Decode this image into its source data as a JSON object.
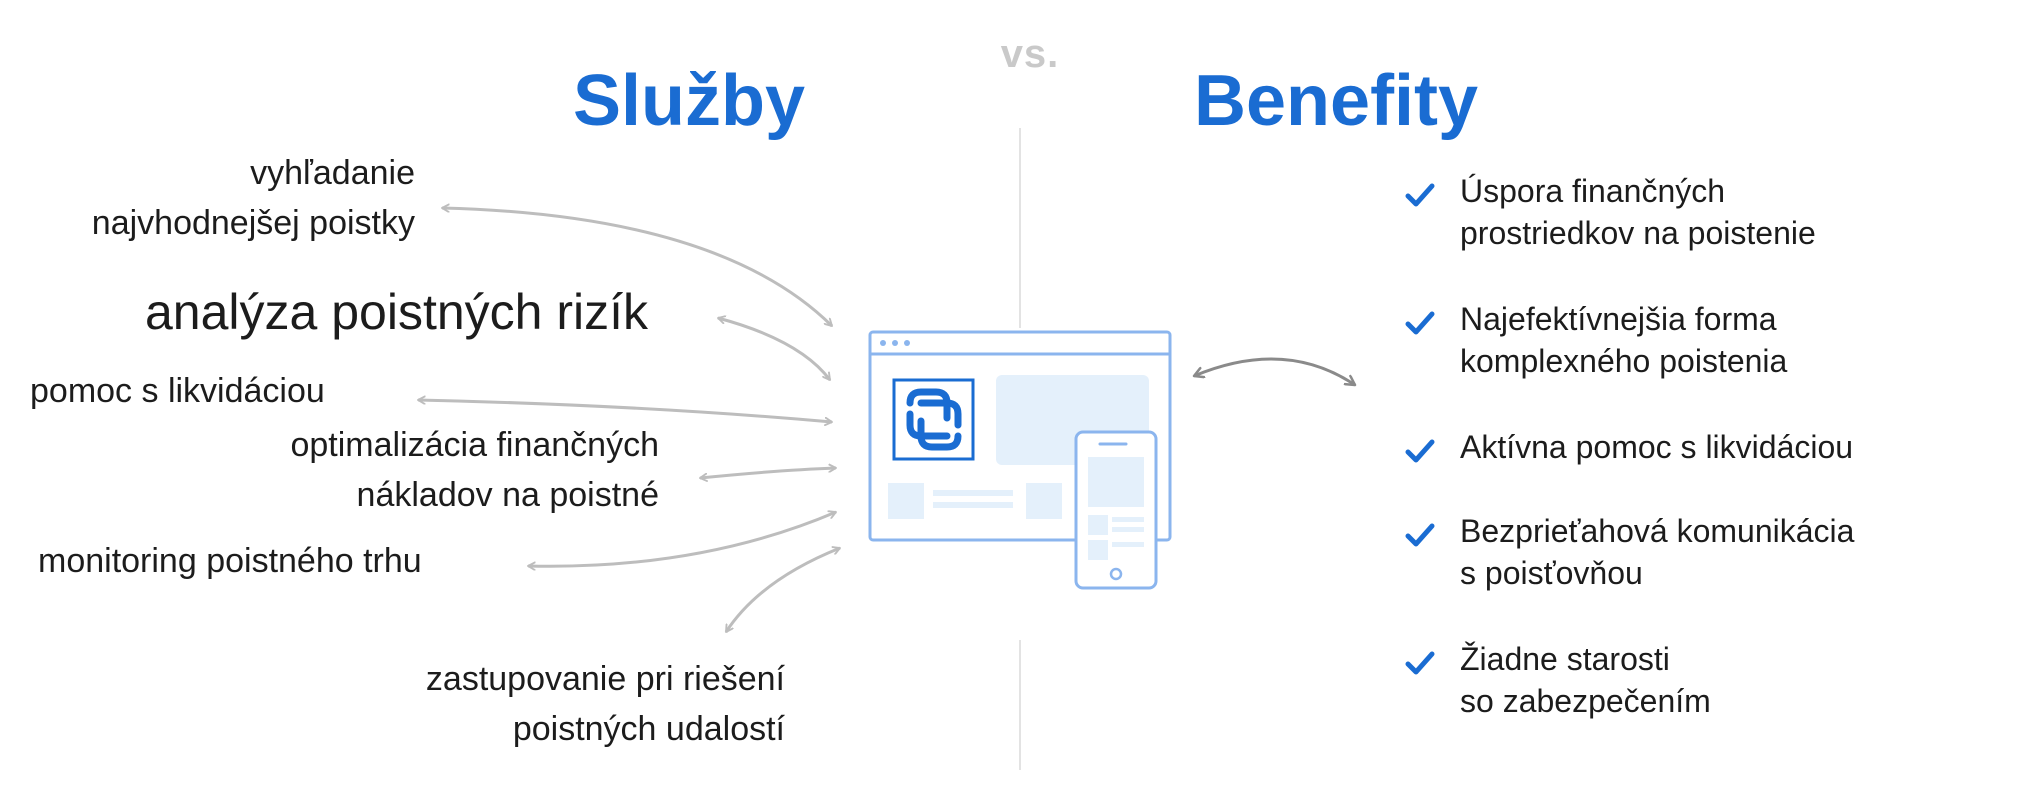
{
  "header": {
    "vs": "vs.",
    "left_title": "Služby",
    "right_title": "Benefity"
  },
  "services": [
    {
      "lines": [
        "vyhľadanie",
        "najvhodnejšej poistky"
      ]
    },
    {
      "lines": [
        "analýza poistných rizík"
      ]
    },
    {
      "lines": [
        "pomoc s likvidáciou"
      ]
    },
    {
      "lines": [
        "optimalizácia finančných",
        "nákladov na poistné"
      ]
    },
    {
      "lines": [
        "monitoring poistného trhu"
      ]
    },
    {
      "lines": [
        "zastupovanie pri riešení",
        "poistných udalostí"
      ]
    }
  ],
  "benefits": [
    {
      "lines": [
        "Úspora finančných",
        "prostriedkov na poistenie"
      ]
    },
    {
      "lines": [
        "Najefektívnejšia forma",
        "komplexného poistenia"
      ]
    },
    {
      "lines": [
        "Aktívna pomoc s likvidáciou"
      ]
    },
    {
      "lines": [
        "Bezprieťahová komunikácia",
        "s poisťovňou"
      ]
    },
    {
      "lines": [
        "Žiadne starosti",
        "so zabezpečením"
      ]
    }
  ],
  "icons": {
    "benefit_marker": "check-icon",
    "browser": "browser-window-icon",
    "phone": "smartphone-icon",
    "logo": "logo-icon"
  },
  "colors": {
    "accent": "#1a6cd2",
    "arrow": "#bdbdbd",
    "device_outline": "#8bb5ee",
    "device_fill": "#e4f0fb",
    "text": "#1c1c1c",
    "vs": "#c9c9c9"
  }
}
